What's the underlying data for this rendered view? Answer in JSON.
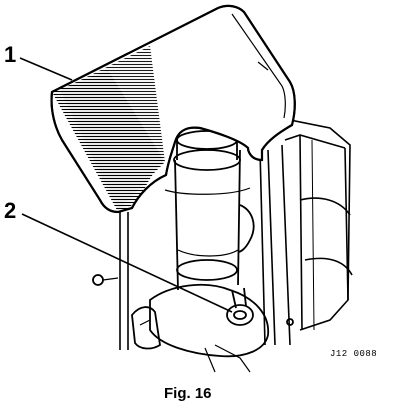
{
  "figure": {
    "callouts": [
      {
        "label": "1",
        "target": "cover-plate"
      },
      {
        "label": "2",
        "target": "pin-bolt"
      }
    ],
    "reference_code": "J12 0088",
    "caption": "Fig. 16"
  }
}
